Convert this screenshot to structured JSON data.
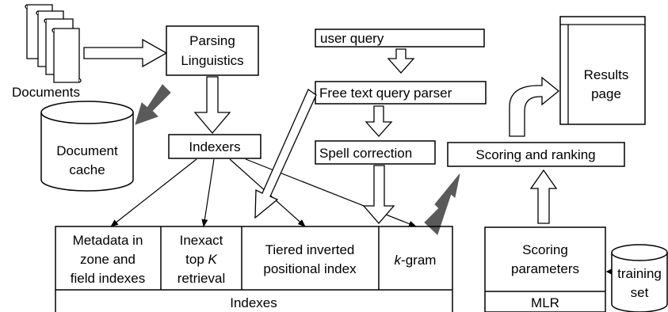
{
  "nodes": {
    "documents": "Documents",
    "parsing_line1": "Parsing",
    "parsing_line2": "Linguistics",
    "doc_cache_line1": "Document",
    "doc_cache_line2": "cache",
    "indexers": "Indexers",
    "user_query": "user query",
    "free_text_parser": "Free text query parser",
    "spell_correction": "Spell correction",
    "scoring_ranking": "Scoring and ranking",
    "results_line1": "Results",
    "results_line2": "page",
    "metadata_line1": "Metadata in",
    "metadata_line2": "zone and",
    "metadata_line3": "field indexes",
    "inexact_line1": "Inexact",
    "inexact_line2_prefix": "top ",
    "inexact_line2_var": "K",
    "inexact_line3": "retrieval",
    "tiered_line1": "Tiered inverted",
    "tiered_line2": "positional index",
    "kgram_var": "k",
    "kgram_suffix": "-gram",
    "indexes": "Indexes",
    "scoring_params_line1": "Scoring",
    "scoring_params_line2": "parameters",
    "mlr": "MLR",
    "training_line1": "training",
    "training_line2": "set"
  },
  "colors": {
    "stroke": "#000000",
    "dark_arrow": "#5a5a5a",
    "background": "#ffffff"
  }
}
